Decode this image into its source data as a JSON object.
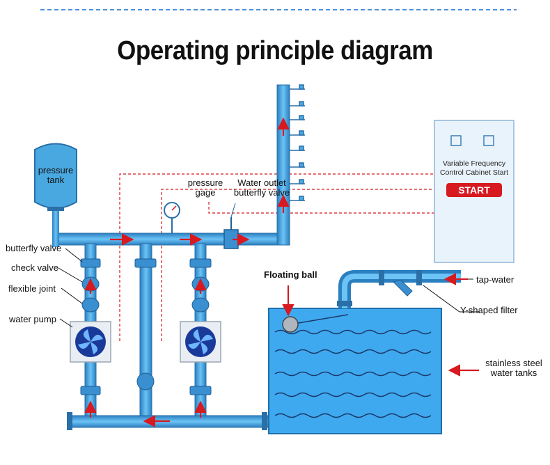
{
  "title": "Operating principle diagram",
  "labels": {
    "pressure_tank": "pressure tank",
    "pressure_gage": "pressure gage",
    "water_outlet_valve": "Water outlet butterfly valve",
    "butterfly_valve": "butterfly valve",
    "check_valve": "check valve",
    "flexible_joint": "flexible joint",
    "water_pump": "water pump",
    "floating_ball": "Floating ball",
    "tap_water": "tap-water",
    "y_filter": "Y-shaped filter",
    "water_tanks": "stainless steel water tanks"
  },
  "cabinet": {
    "caption": "Variable Frequency Control Cabinet Start",
    "start_label": "START"
  },
  "colors": {
    "pipe": "#4aa8e0",
    "pipe_dark": "#2a6fa8",
    "water_tank": "#3fa9f0",
    "arrow": "#d71920",
    "signal_line": "#d71920",
    "divider": "#4a90d9"
  }
}
